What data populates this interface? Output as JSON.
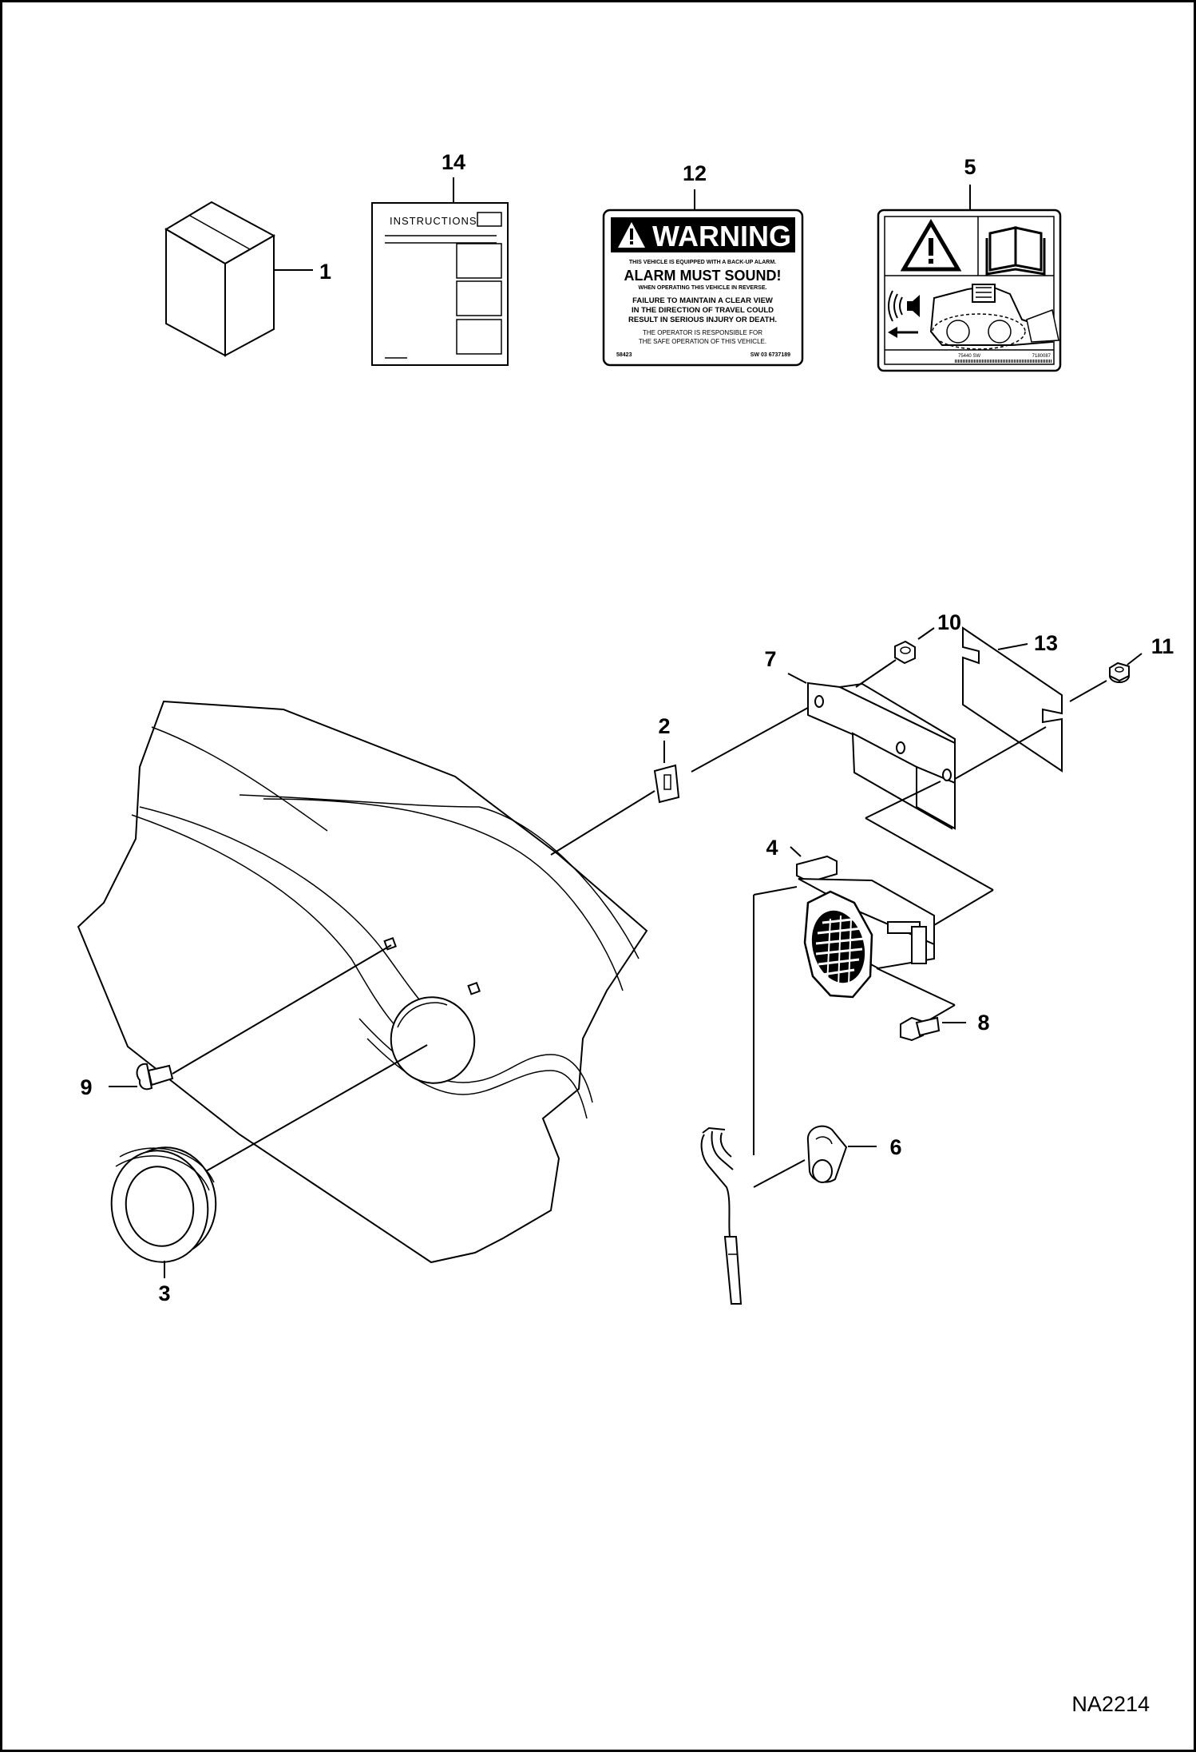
{
  "drawing_ref": "NA2214",
  "callouts": {
    "c1": "1",
    "c2": "2",
    "c3": "3",
    "c4": "4",
    "c5": "5",
    "c6": "6",
    "c7": "7",
    "c8": "8",
    "c9": "9",
    "c10": "10",
    "c11": "11",
    "c12": "12",
    "c13": "13",
    "c14": "14"
  },
  "instructions_sheet": {
    "title": "INSTRUCTIONS"
  },
  "warning_decal": {
    "header": "WARNING",
    "line1": "THIS VEHICLE IS EQUIPPED WITH A BACK-UP ALARM.",
    "line2": "ALARM MUST SOUND!",
    "line3": "WHEN OPERATING THIS VEHICLE IN REVERSE.",
    "line4": "FAILURE TO MAINTAIN A CLEAR VIEW",
    "line5": "IN THE DIRECTION OF TRAVEL COULD",
    "line6": "RESULT IN SERIOUS INJURY OR DEATH.",
    "line7": "THE OPERATOR IS RESPONSIBLE FOR",
    "line8": "THE SAFE OPERATION OF THIS VEHICLE.",
    "code_left": "58423",
    "code_right": "SW 03 6737189"
  },
  "pictorial_decal": {
    "code_left": "75440 SW",
    "code_right": "7180087"
  },
  "icons": [
    "package-box-icon",
    "warning-triangle-icon",
    "manual-book-icon",
    "speaker-sound-icon",
    "reverse-arrow-icon",
    "loader-icon"
  ]
}
